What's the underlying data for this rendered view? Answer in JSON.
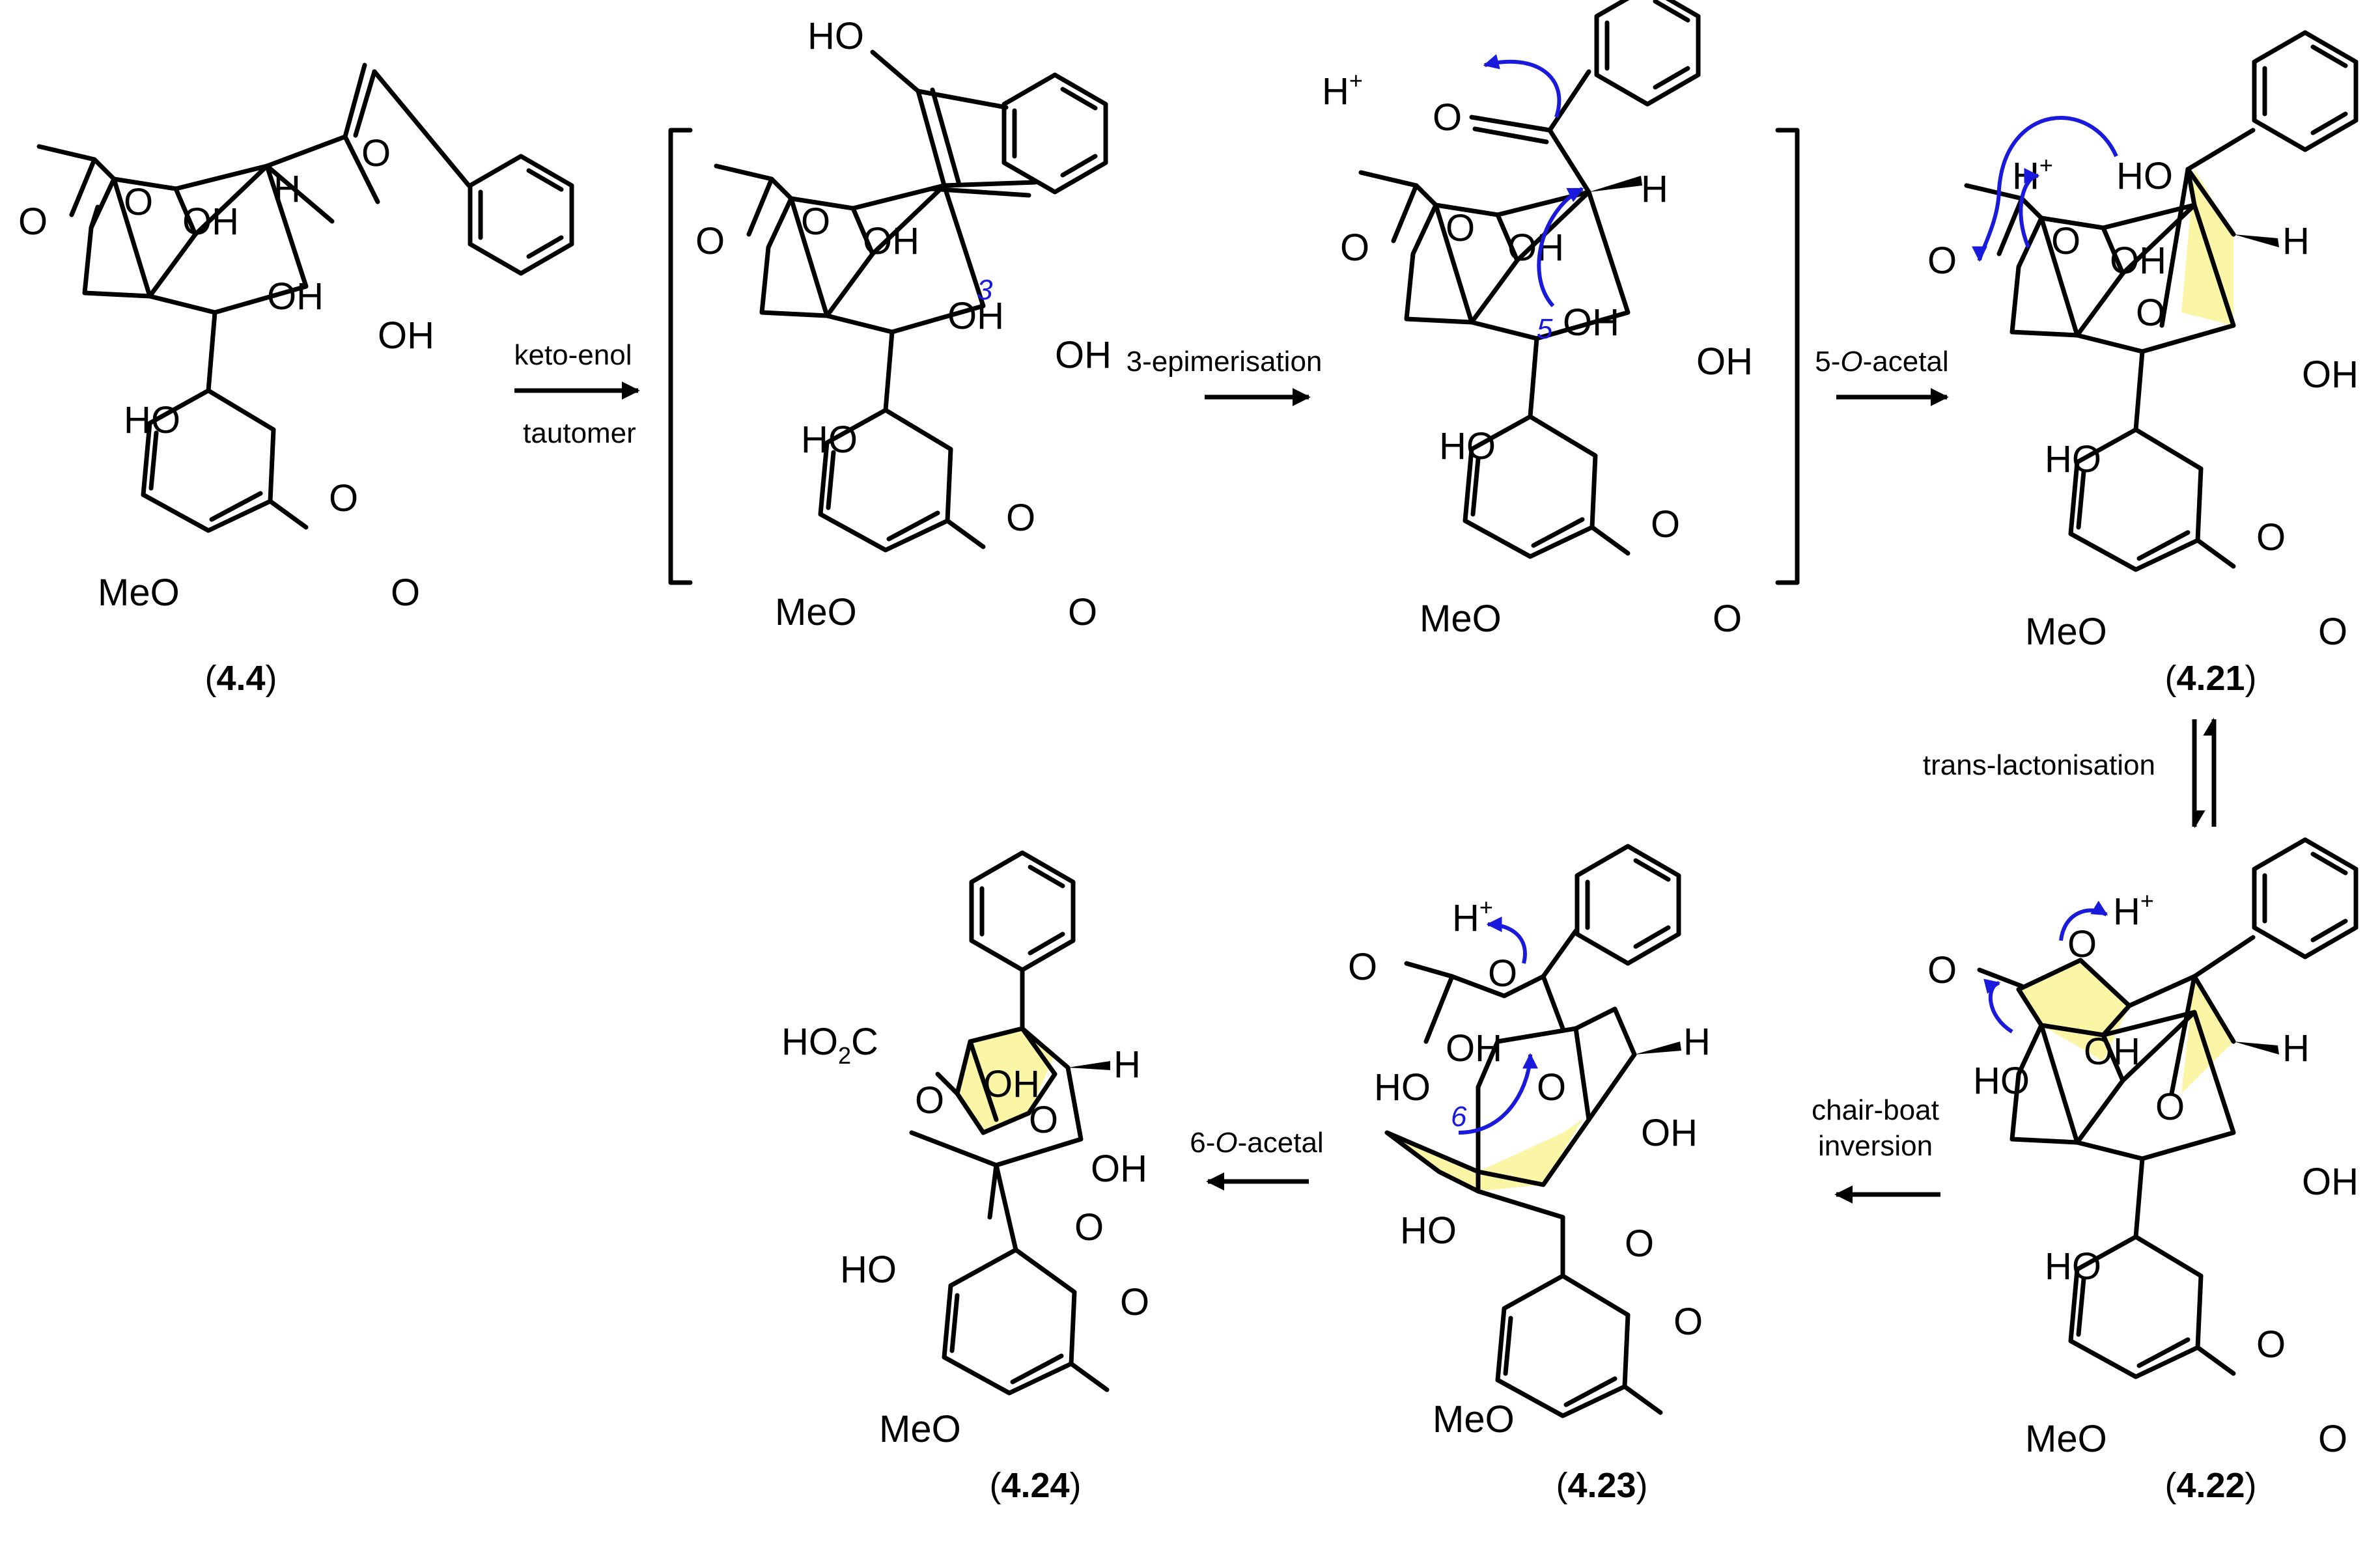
{
  "scheme": {
    "compounds": [
      {
        "id": "c44",
        "label_pre": "(",
        "label_bold": "4.4",
        "label_post": ")"
      },
      {
        "id": "c421",
        "label_pre": "(",
        "label_bold": "4.21",
        "label_post": ")"
      },
      {
        "id": "c422",
        "label_pre": "(",
        "label_bold": "4.22",
        "label_post": ")"
      },
      {
        "id": "c423",
        "label_pre": "(",
        "label_bold": "4.23",
        "label_post": ")"
      },
      {
        "id": "c424",
        "label_pre": "(",
        "label_bold": "4.24",
        "label_post": ")"
      }
    ],
    "steps": {
      "keto_enol_1": "keto-enol",
      "keto_enol_2": "tautomer",
      "epimerisation": "3-epimerisation",
      "acetal5_pre": "5-",
      "acetal5_o": "O",
      "acetal5_post": "-acetal",
      "trans_lactonisation": "trans-lactonisation",
      "chair_boat_1": "chair-boat",
      "chair_boat_2": "inversion",
      "acetal6_pre": "6-",
      "acetal6_o": "O",
      "acetal6_post": "-acetal"
    },
    "atoms": {
      "O": "O",
      "OH": "OH",
      "HO": "HO",
      "H": "H",
      "MeO": "MeO",
      "HO2C_a": "HO",
      "HO2C_sub": "2",
      "HO2C_b": "C",
      "Hplus": "H",
      "plus": "+"
    },
    "position_numbers": {
      "n3": "3",
      "n5": "5",
      "n6": "6"
    },
    "colors": {
      "highlight": "#fbf5a6",
      "electron_arrow": "#1a1adc"
    }
  }
}
